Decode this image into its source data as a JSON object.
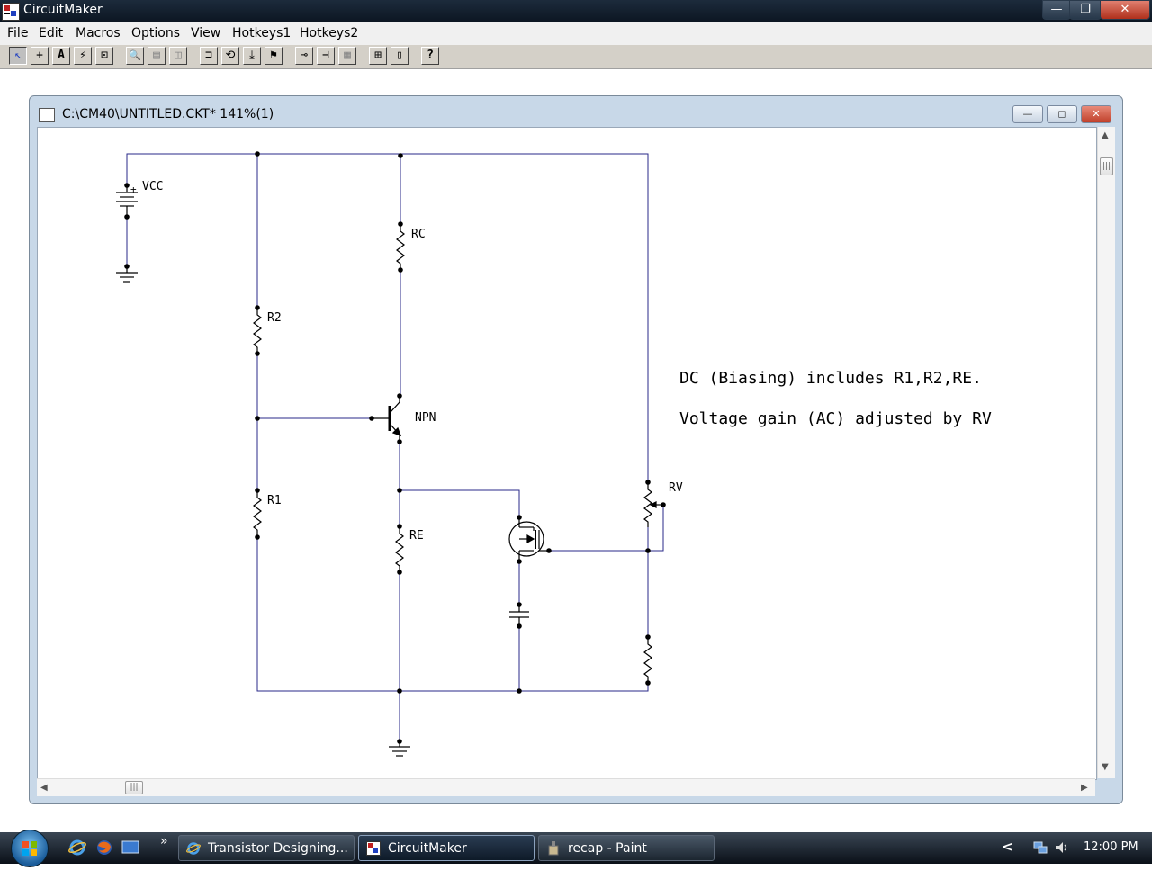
{
  "window": {
    "title": "CircuitMaker",
    "minimize_glyph": "—",
    "restore_glyph": "❐",
    "close_glyph": "✕"
  },
  "menu": [
    "File",
    "Edit",
    "Macros",
    "Options",
    "View",
    "Hotkeys1",
    "Hotkeys2"
  ],
  "toolbar": [
    {
      "name": "arrow-tool",
      "glyph": "↖"
    },
    {
      "name": "wire-tool",
      "glyph": "+"
    },
    {
      "name": "text-tool",
      "glyph": "A"
    },
    {
      "name": "probe-tool",
      "glyph": "⚡"
    },
    {
      "name": "zoom-window-tool",
      "glyph": "⊡"
    },
    {
      "name": "zoom-tool",
      "glyph": "🔍"
    },
    {
      "name": "pan-tool",
      "glyph": "▤"
    },
    {
      "name": "rotate-tool",
      "glyph": "◫"
    },
    {
      "name": "device-tool",
      "glyph": "⊐"
    },
    {
      "name": "reset-tool",
      "glyph": "⟲"
    },
    {
      "name": "step-tool",
      "glyph": "⤓"
    },
    {
      "name": "run-tool",
      "glyph": "⚑"
    },
    {
      "name": "trace-tool",
      "glyph": "⊸"
    },
    {
      "name": "scope-tool",
      "glyph": "⊣"
    },
    {
      "name": "waveform-tool",
      "glyph": "▦"
    },
    {
      "name": "macro-tool",
      "glyph": "⊞"
    },
    {
      "name": "library-tool",
      "glyph": "▯"
    },
    {
      "name": "help-tool",
      "glyph": "?"
    }
  ],
  "child_window": {
    "title": "C:\\CM40\\UNTITLED.CKT* 141%(1)",
    "minimize_glyph": "—",
    "restore_glyph": "◻",
    "close_glyph": "✕"
  },
  "schematic": {
    "labels": {
      "vcc": "VCC",
      "plus": "+",
      "rc": "RC",
      "r2": "R2",
      "npn": "NPN",
      "r1": "R1",
      "re": "RE",
      "rv": "RV"
    },
    "notes": [
      "DC (Biasing) includes R1,R2,RE.",
      "Voltage gain (AC) adjusted by RV"
    ]
  },
  "scrollbars": {
    "up_glyph": "▲",
    "down_glyph": "▼",
    "left_glyph": "◀",
    "right_glyph": "▶",
    "grip": "|||"
  },
  "taskbar": {
    "quicklaunch_more": "»",
    "tasks": [
      {
        "label": "Transistor Designing...",
        "active": false
      },
      {
        "label": "CircuitMaker",
        "active": true
      },
      {
        "label": "recap - Paint",
        "active": false
      }
    ],
    "tray_arrow": "<",
    "clock": "12:00 PM"
  }
}
